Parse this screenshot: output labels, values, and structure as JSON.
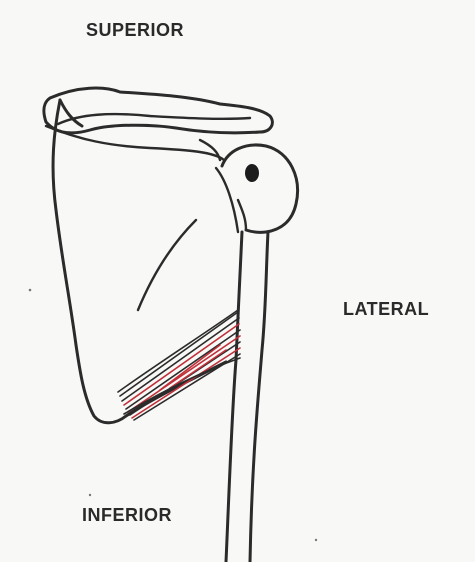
{
  "labels": {
    "superior": "SUPERIOR",
    "lateral": "LATERAL",
    "inferior": "INFERIOR"
  },
  "colors": {
    "ink": "#2b2b2b",
    "muscle_highlight": "#c0303a",
    "paper": "#f8f8f6"
  }
}
